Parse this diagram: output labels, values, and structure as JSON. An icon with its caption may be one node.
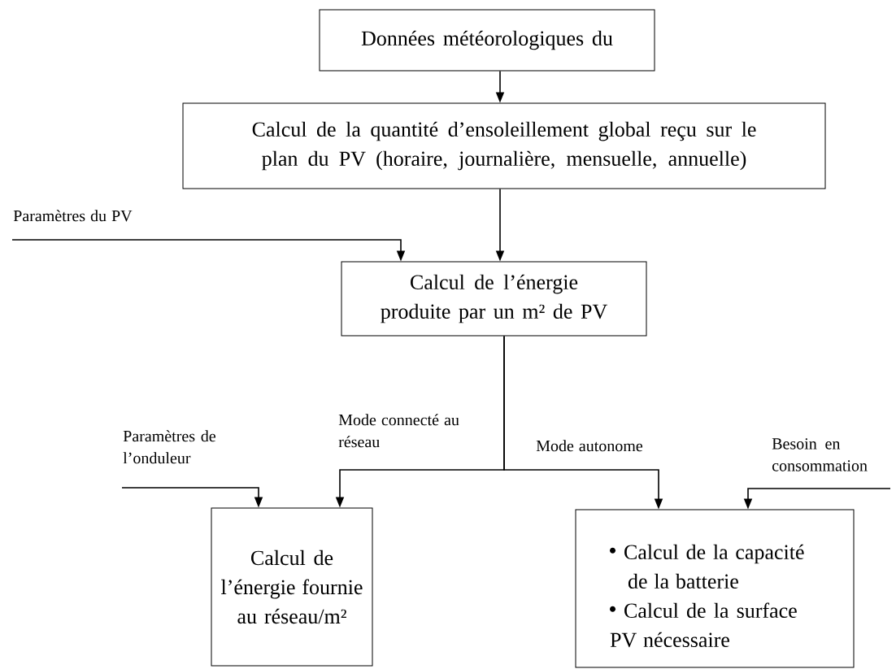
{
  "diagram": {
    "nodes": [
      {
        "text": [
          "Données météorologiques du"
        ]
      },
      {
        "text": [
          "Calcul de la quantité d’ensoleillement global reçu sur le plan du PV (horaire, journalière, mensuelle, annuelle)"
        ]
      },
      {
        "text": [
          "Calcul de l’énergie produite par un m² de PV"
        ]
      },
      {
        "text": [
          "Calcul de l’énergie fournie au réseau/m²"
        ]
      },
      {
        "text": [
          "Calcul de la capacité de la batterie",
          "Calcul de la surface PV nécessaire"
        ]
      }
    ],
    "edges": [
      {
        "from": 0,
        "to": 1,
        "arrow": "to"
      },
      {
        "from": 1,
        "to": 2,
        "arrow": "to"
      },
      {
        "from": null,
        "to": 2,
        "arrow": "to",
        "label": "Paramètres du PV"
      },
      {
        "from": 2,
        "to": 3,
        "arrow": "to",
        "label": "Mode connecté au réseau"
      },
      {
        "from": 2,
        "to": 4,
        "arrow": "to",
        "label": "Mode autonome"
      },
      {
        "from": null,
        "to": 3,
        "arrow": "to",
        "label": "Paramètres de l’onduleur"
      },
      {
        "from": null,
        "to": 4,
        "arrow": "to",
        "label": "Besoin en consommation"
      }
    ]
  }
}
